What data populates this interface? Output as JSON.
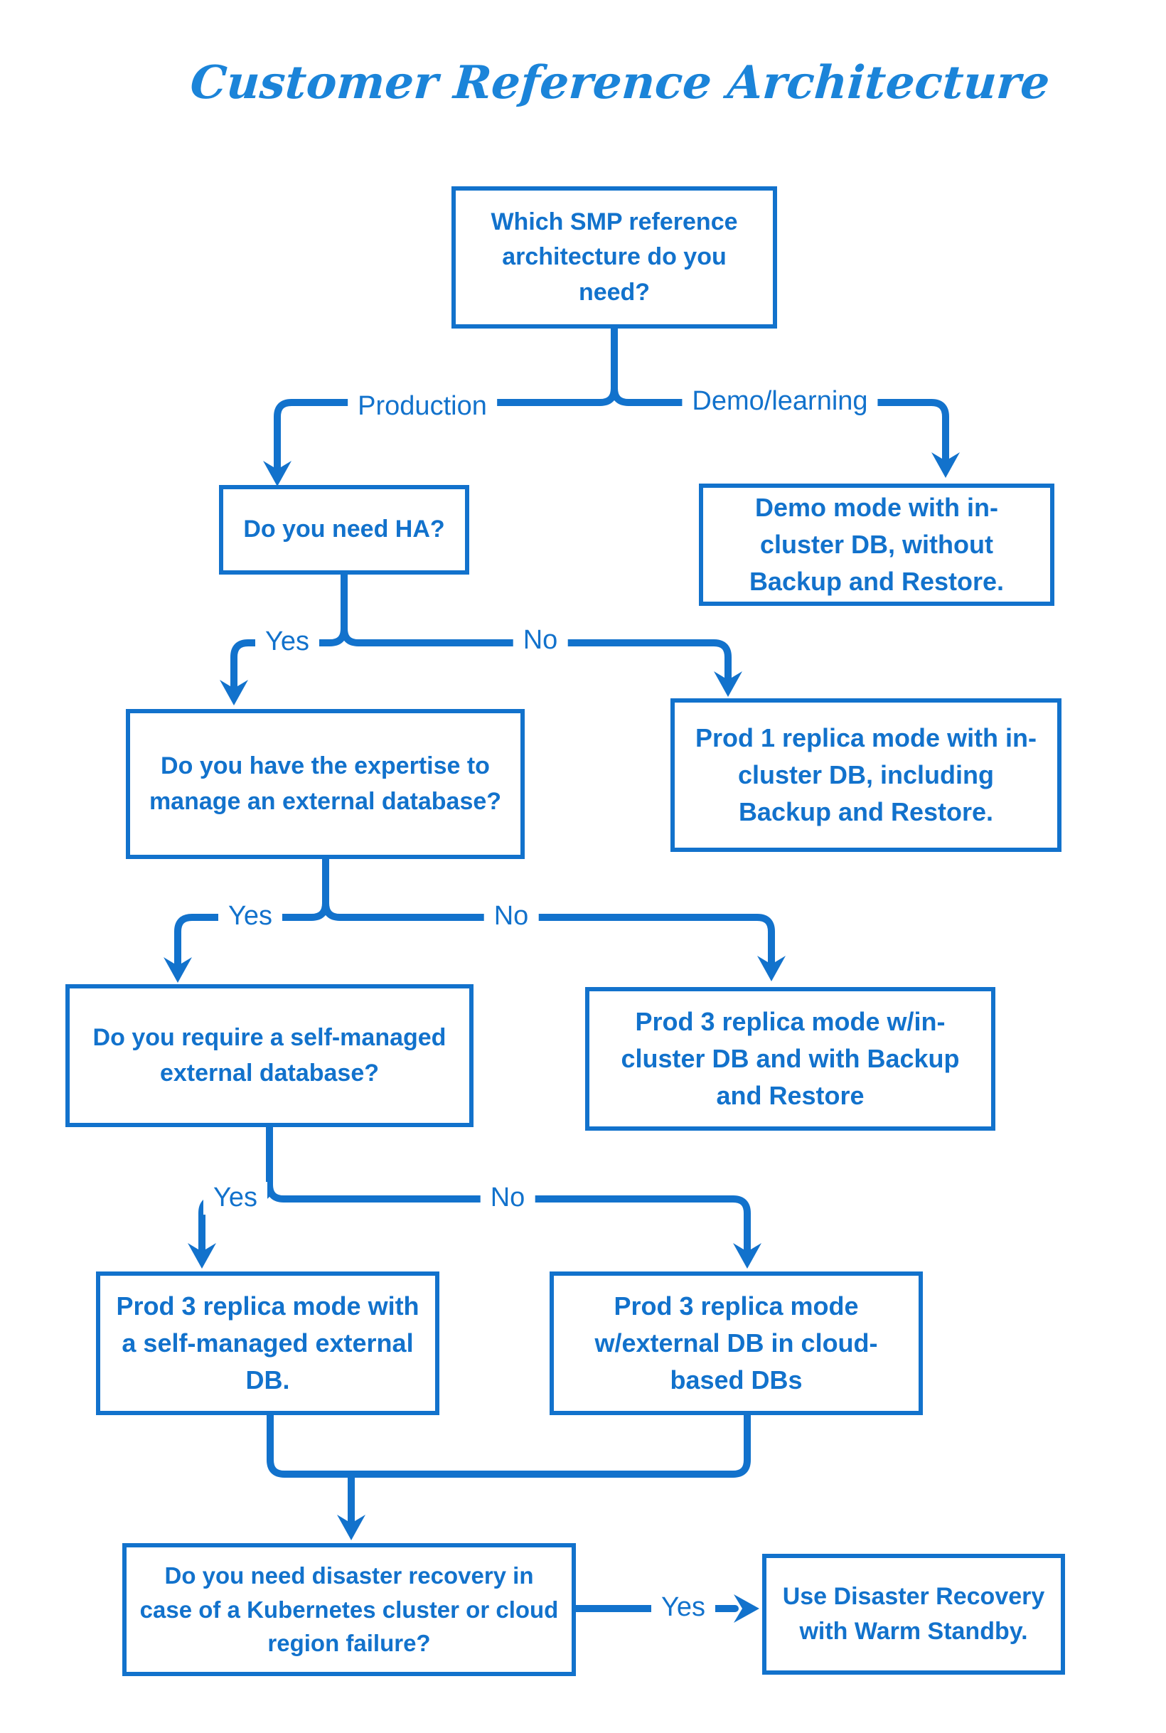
{
  "title": "Customer Reference Architecture",
  "colors": {
    "accent": "#1272cc",
    "title": "#1b84d9",
    "background": "#ffffff"
  },
  "nodes": {
    "q_which": "Which SMP reference architecture do you need?",
    "q_ha": "Do you need HA?",
    "r_demo": "Demo mode with in-cluster DB, without Backup and Restore.",
    "q_expertise": "Do you have the expertise to manage an external database?",
    "r_prod1": "Prod 1 replica mode with in-cluster DB, including Backup and Restore.",
    "q_selfmanaged": "Do you require a self-managed external database?",
    "r_prod3_incluster": "Prod 3 replica mode w/in-cluster DB and with Backup and Restore",
    "r_prod3_selfmanaged": "Prod 3 replica mode with a self-managed external DB.",
    "r_prod3_cloud": "Prod 3 replica mode w/external DB in cloud-based DBs",
    "q_dr": "Do you need disaster recovery in case of a Kubernetes cluster or cloud region failure?",
    "r_dr": "Use Disaster Recovery with Warm Standby."
  },
  "edge_labels": {
    "production": "Production",
    "demo_learning": "Demo/learning",
    "ha_yes": "Yes",
    "ha_no": "No",
    "expertise_yes": "Yes",
    "expertise_no": "No",
    "selfmanaged_yes": "Yes",
    "selfmanaged_no": "No",
    "dr_yes": "Yes"
  }
}
